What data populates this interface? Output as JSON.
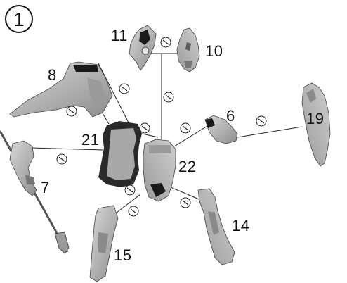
{
  "step": "1",
  "labels": {
    "l11": "11",
    "l10": "10",
    "l8": "8",
    "l6": "6",
    "l19": "19",
    "l21": "21",
    "l22": "22",
    "l7": "7",
    "l14": "14",
    "l15": "15"
  },
  "colors": {
    "part_fill": "#bcbcbc",
    "part_shade": "#8a8a8a",
    "line": "#222222",
    "dark": "#111111"
  },
  "icons": [
    "glue-icon"
  ]
}
